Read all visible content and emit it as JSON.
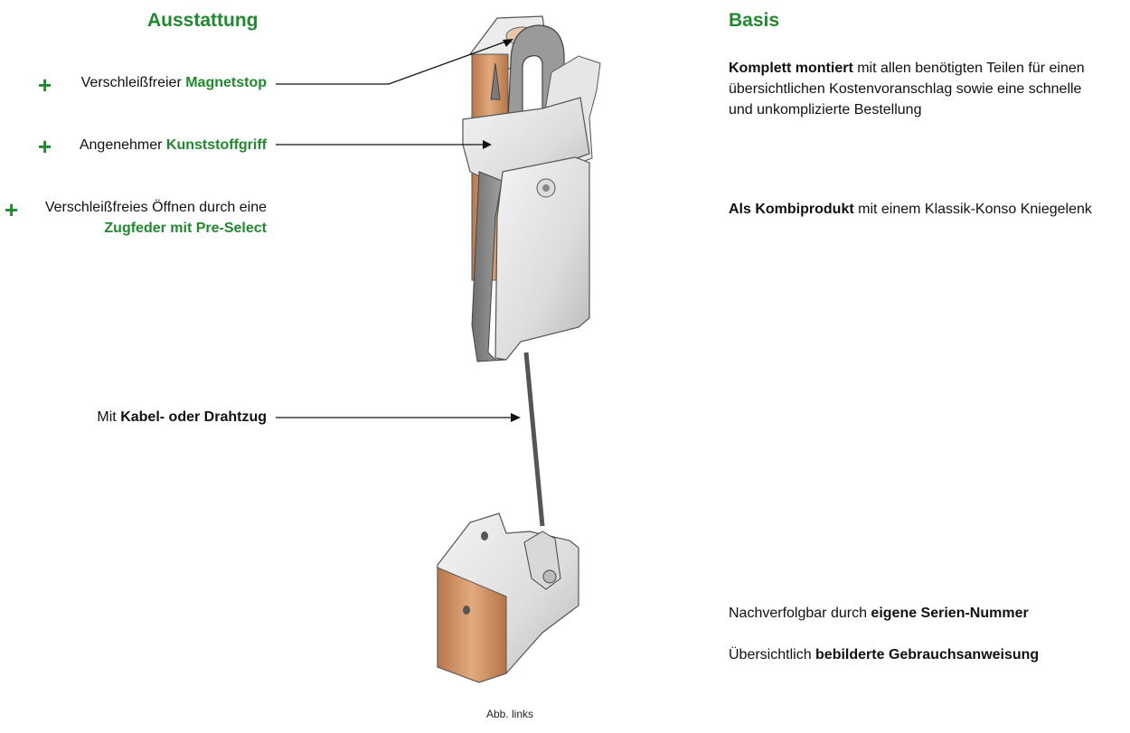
{
  "left_heading": "Ausstattung",
  "right_heading": "Basis",
  "plus_icon": "+",
  "features": [
    {
      "pre": "Verschleißfreier ",
      "strong": "Magnetstop"
    },
    {
      "pre": "Angenehmer ",
      "strong": "Kunststoffgriff"
    },
    {
      "pre": "Verschleißfreies Öffnen durch eine",
      "strong": "Zugfeder mit Pre-Select"
    },
    {
      "pre": "Mit ",
      "strong": "Kabel- oder Drahtzug"
    }
  ],
  "basis": [
    {
      "strong": "Komplett montiert",
      "rest1": " mit allen benötigten Teilen für einen",
      "rest2": "übersichtlichen Kostenvoranschlag sowie eine schnelle",
      "rest3": "und unkomplizierte Bestellung"
    },
    {
      "strong": "Als Kombiprodukt",
      "rest": " mit einem Klassik-Konso Kniegelenk"
    },
    {
      "pre": "Nachverfolgbar durch ",
      "strong": "eigene Serien-Nummer"
    },
    {
      "pre": "Übersichtlich ",
      "strong": "bebilderte Gebrauchsanweisung"
    }
  ],
  "caption": "Abb. links",
  "colors": {
    "accent": "#1e8a2e",
    "copper": "#c98a5a",
    "metal": "#d4d4d4"
  }
}
